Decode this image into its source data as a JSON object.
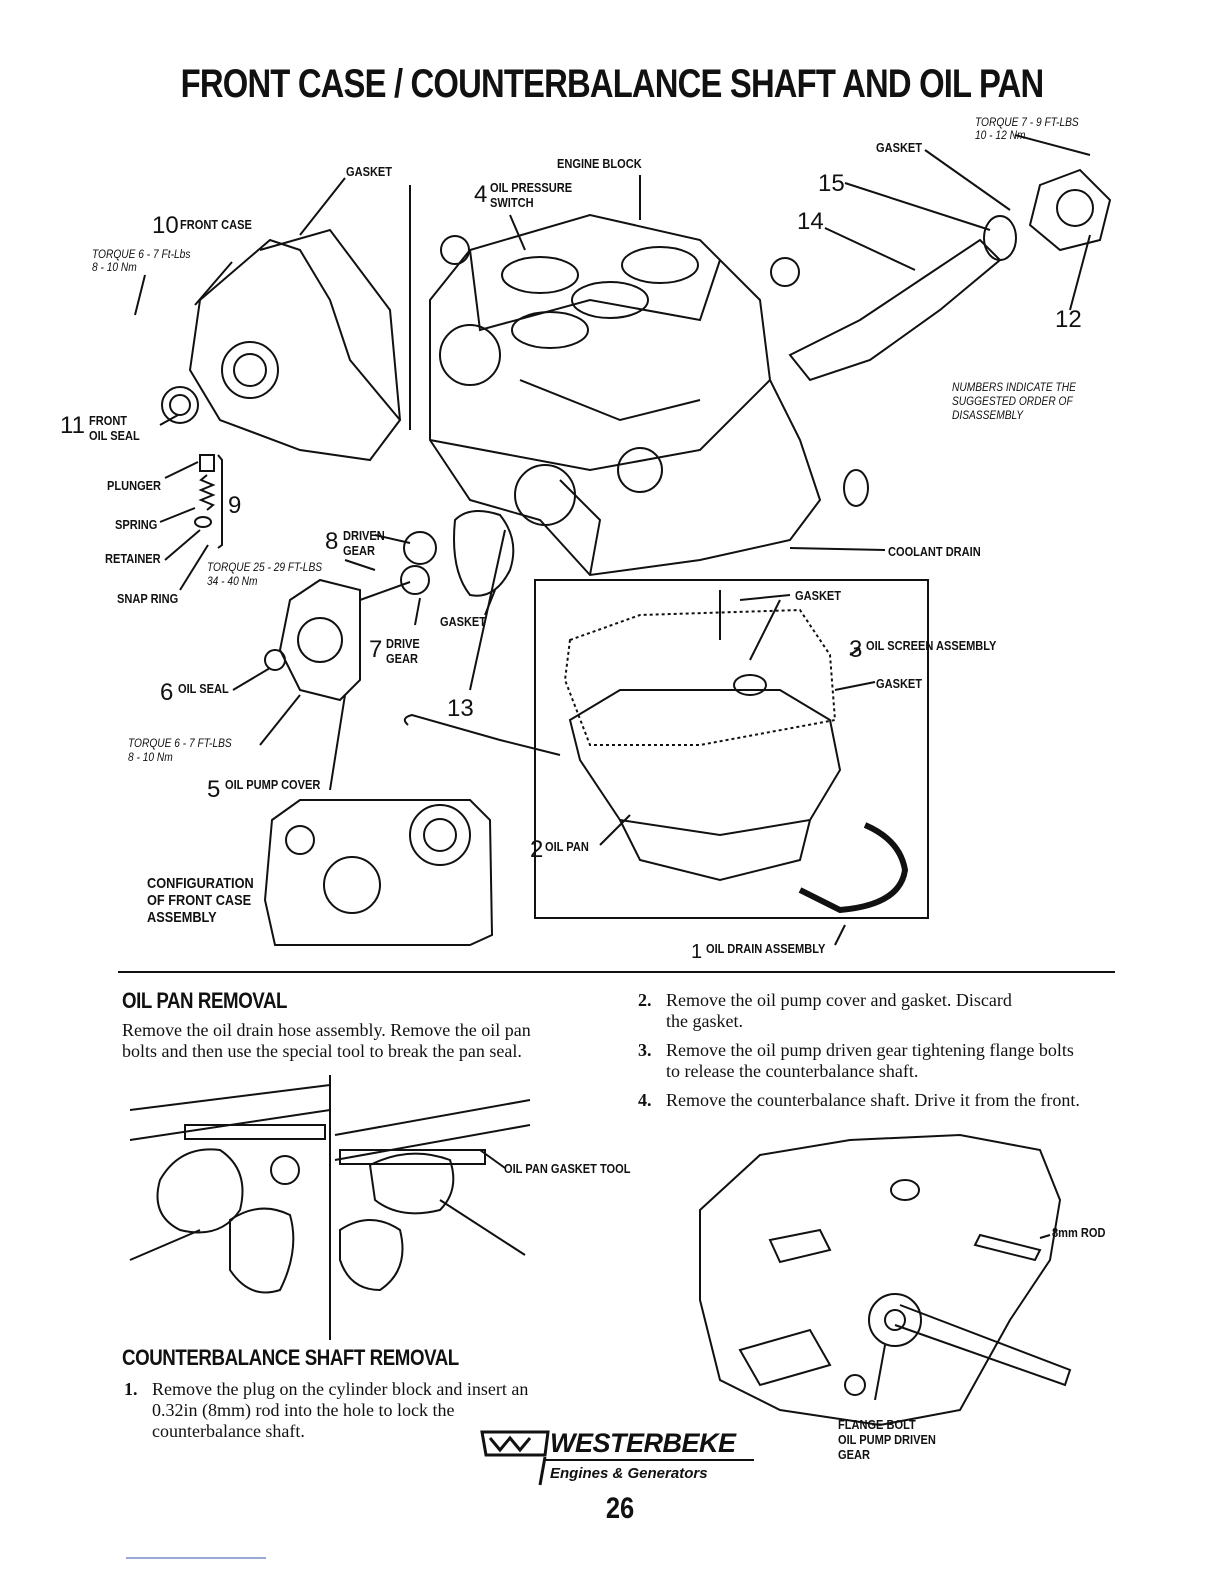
{
  "title": "FRONT CASE / COUNTERBALANCE SHAFT AND OIL PAN",
  "diagram": {
    "torque_top_right": {
      "line1": "TORQUE 7 - 9 FT-LBS",
      "line2": "10 - 12 Nm"
    },
    "labels": {
      "gasket_top": "GASKET",
      "engine_block": "ENGINE BLOCK",
      "oil_pressure_switch": {
        "num": "4",
        "line1": "OIL PRESSURE",
        "line2": "SWITCH"
      },
      "gasket_right": "GASKET",
      "n15": "15",
      "n14": "14",
      "n12": "12",
      "front_case": {
        "num": "10",
        "text": "FRONT CASE"
      },
      "torque_front_case": {
        "line1": "TORQUE 6 - 7 Ft-Lbs",
        "line2": "8 - 10 Nm"
      },
      "front_oil_seal": {
        "num": "11",
        "line1": "FRONT",
        "line2": "OIL SEAL"
      },
      "numbers_note": {
        "line1": "NUMBERS INDICATE THE",
        "line2": "SUGGESTED ORDER OF",
        "line3": "DISASSEMBLY"
      },
      "plunger": "PLUNGER",
      "spring": "SPRING",
      "retainer": "RETAINER",
      "snap_ring": "SNAP RING",
      "n9": "9",
      "driven_gear": {
        "num": "8",
        "line1": "DRIVEN",
        "line2": "GEAR"
      },
      "torque_driven": {
        "line1": "TORQUE 25 - 29 FT-LBS",
        "line2": "34 - 40 Nm"
      },
      "coolant_drain": "COOLANT DRAIN",
      "gasket_pan_top": "GASKET",
      "gasket_mid": "GASKET",
      "drive_gear": {
        "num": "7",
        "line1": "DRIVE",
        "line2": "GEAR"
      },
      "oil_screen": {
        "num": "3",
        "text": "OIL SCREEN ASSEMBLY"
      },
      "gasket_screen": "GASKET",
      "oil_seal_6": {
        "num": "6",
        "text": "OIL SEAL"
      },
      "n13": "13",
      "torque_pump_cover": {
        "line1": "TORQUE 6 - 7 FT-LBS",
        "line2": "8 - 10 Nm"
      },
      "oil_pump_cover": {
        "num": "5",
        "text": "OIL PUMP COVER"
      },
      "oil_pan": {
        "num": "2",
        "text": "OIL PAN"
      },
      "config": {
        "line1": "CONFIGURATION",
        "line2": "OF FRONT CASE",
        "line3": "ASSEMBLY"
      },
      "oil_drain": {
        "num": "1",
        "text": "OIL DRAIN ASSEMBLY"
      }
    }
  },
  "oil_pan_removal": {
    "heading": "OIL PAN REMOVAL",
    "text_line1": "Remove the oil drain hose assembly. Remove the oil pan",
    "text_line2": "bolts and then use the special tool to break the pan seal.",
    "tool_label": "OIL PAN GASKET TOOL"
  },
  "counterbalance_removal": {
    "heading": "COUNTERBALANCE SHAFT REMOVAL",
    "steps": [
      {
        "num": "1.",
        "lines": [
          "Remove the plug on the cylinder block and insert an",
          "0.32in (8mm) rod into the hole to lock the",
          "counterbalance shaft."
        ]
      },
      {
        "num": "2.",
        "lines": [
          "Remove the oil pump cover and gasket. Discard",
          "the gasket."
        ]
      },
      {
        "num": "3.",
        "lines": [
          "Remove the oil pump driven gear tightening flange bolts",
          "to release the counterbalance shaft."
        ]
      },
      {
        "num": "4.",
        "lines": [
          "Remove the counterbalance shaft. Drive it from the front."
        ]
      }
    ],
    "rod_label": "8mm ROD",
    "flange_label": {
      "line1": "FLANGE BOLT",
      "line2": "OIL PUMP DRIVEN",
      "line3": "GEAR"
    }
  },
  "footer": {
    "brand": "WESTERBEKE",
    "brand_sub": "Engines & Generators",
    "page_number": "26"
  }
}
